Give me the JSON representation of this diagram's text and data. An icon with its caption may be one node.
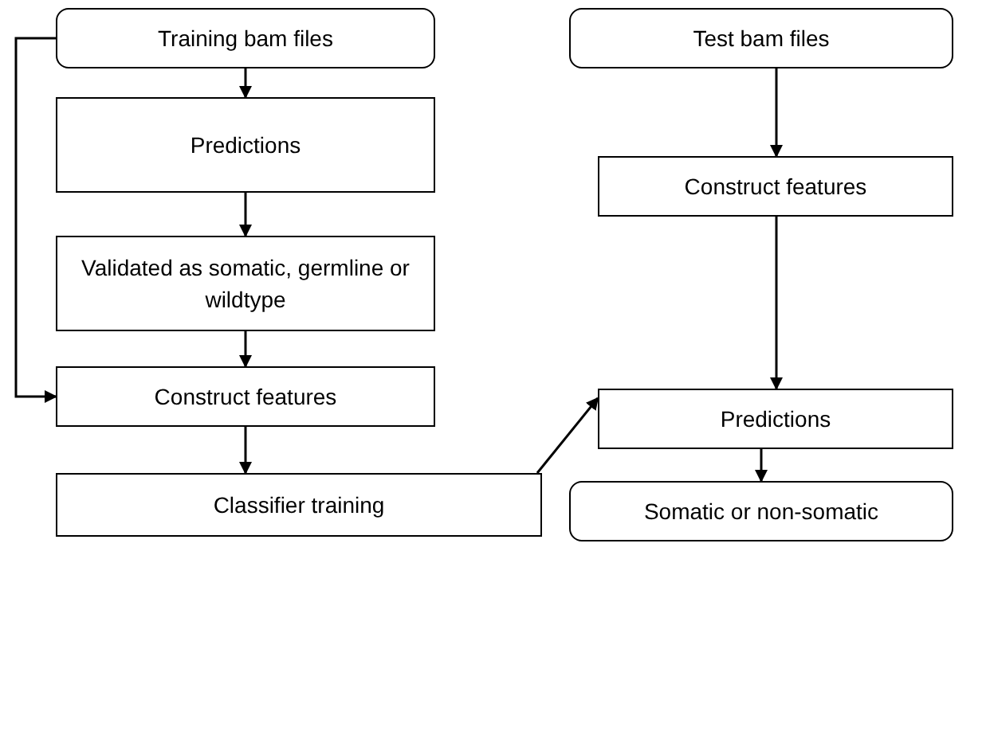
{
  "diagram": {
    "nodes": [
      {
        "text": [
          "Training bam files"
        ]
      },
      {
        "text": [
          "Predictions"
        ]
      },
      {
        "text": [
          "Validated as somatic, germline or wildtype"
        ]
      },
      {
        "text": [
          "Construct features"
        ]
      },
      {
        "text": [
          "Classifier training"
        ]
      },
      {
        "text": [
          "Test bam files"
        ]
      },
      {
        "text": [
          "Construct features"
        ]
      },
      {
        "text": [
          "Predictions"
        ]
      },
      {
        "text": [
          "Somatic or non-somatic"
        ]
      }
    ],
    "edges": [
      {
        "from": 0,
        "to": 1,
        "arrow": "to"
      },
      {
        "from": 1,
        "to": 2,
        "arrow": "to"
      },
      {
        "from": 2,
        "to": 3,
        "arrow": "to"
      },
      {
        "from": 0,
        "to": 3,
        "arrow": "to"
      },
      {
        "from": 3,
        "to": 4,
        "arrow": "to"
      },
      {
        "from": 4,
        "to": 7,
        "arrow": "to"
      },
      {
        "from": 5,
        "to": 6,
        "arrow": "to"
      },
      {
        "from": 6,
        "to": 7,
        "arrow": "to"
      },
      {
        "from": 7,
        "to": 8,
        "arrow": "to"
      }
    ]
  }
}
